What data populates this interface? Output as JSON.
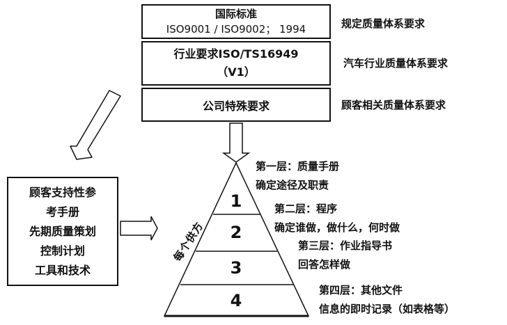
{
  "top_boxes": [
    {
      "line1": "国际标准",
      "line2": "ISO9001 / ISO9002； 1994"
    },
    {
      "line1": "行业要求ISO/TS16949",
      "line2": "（V1）"
    },
    {
      "line1": "公司特殊要求"
    }
  ],
  "right_labels": [
    "规定质量体系要求",
    "汽车行业质量体系要求",
    "顾客相关质量体系要求"
  ],
  "reference_box": {
    "lines": [
      "顾客支持性参",
      "考手册",
      "先期质量策划",
      "控制计划",
      "工具和技术"
    ]
  },
  "pyramid": {
    "side_label": "每个供方",
    "layers": [
      {
        "number": "1",
        "title": "第一层：质量手册",
        "desc": "确定途径及职责"
      },
      {
        "number": "2",
        "title": "第二层：程序",
        "desc": "确定谁做，做什么，何时做"
      },
      {
        "number": "3",
        "title": "第三层：作业指导书",
        "desc": "回答怎样做"
      },
      {
        "number": "4",
        "title": "第四层：其他文件",
        "desc": "信息的即时记录（如表格等）"
      }
    ]
  },
  "colors": {
    "stroke": "#111111",
    "background": "#ffffff"
  }
}
